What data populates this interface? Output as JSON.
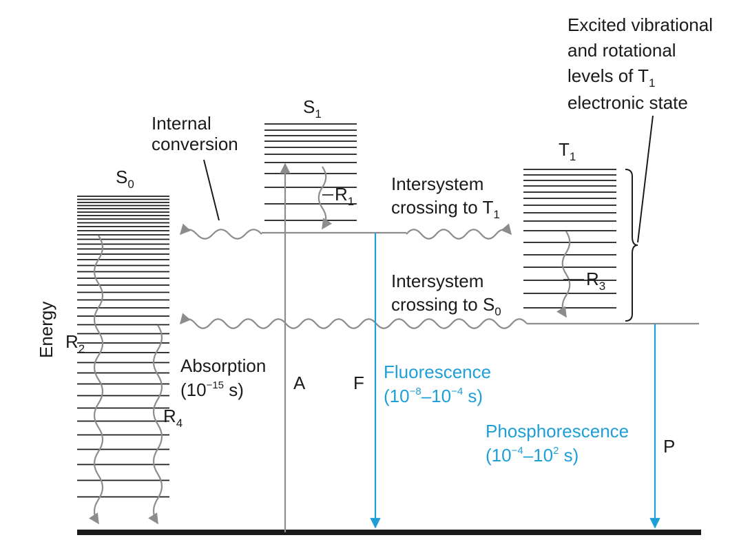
{
  "colors": {
    "level_line": "#1a1a1a",
    "gray_arrow": "#8c8c8c",
    "emission_blue": "#1f9fd8",
    "text": "#1a1a1a"
  },
  "states": {
    "s0": {
      "letter": "S",
      "sub": "0"
    },
    "s1": {
      "letter": "S",
      "sub": "1"
    },
    "t1": {
      "letter": "T",
      "sub": "1"
    }
  },
  "labels": {
    "energy": "Energy",
    "internal_conversion_1": "Internal",
    "internal_conversion_2": "conversion",
    "isc_t1_1": "Intersystem",
    "isc_t1_2": "crossing to T",
    "isc_t1_sub": "1",
    "isc_s0_1": "Intersystem",
    "isc_s0_2": "crossing to S",
    "isc_s0_sub": "0",
    "excited_1": "Excited vibrational",
    "excited_2": "and rotational",
    "excited_3": "levels of T",
    "excited_3_sub": "1",
    "excited_4": "electronic state",
    "r1": {
      "letter": "R",
      "sub": "1"
    },
    "r2": {
      "letter": "R",
      "sub": "2"
    },
    "r3": {
      "letter": "R",
      "sub": "3"
    },
    "r4": {
      "letter": "R",
      "sub": "4"
    },
    "arrow_a": "A",
    "arrow_f": "F",
    "arrow_p": "P"
  },
  "absorption": {
    "title": "Absorption",
    "time_pre": "(10",
    "time_exp": "−15",
    "time_post": " s)"
  },
  "fluorescence": {
    "title": "Fluorescence",
    "time_pre": "(10",
    "time_exp1": "−8",
    "time_mid": "–10",
    "time_exp2": "−4",
    "time_post": " s)"
  },
  "phosphorescence": {
    "title": "Phosphorescence",
    "time_pre": "(10",
    "time_exp1": "−4",
    "time_mid": "–10",
    "time_exp2": "2",
    "time_post": " s)"
  }
}
